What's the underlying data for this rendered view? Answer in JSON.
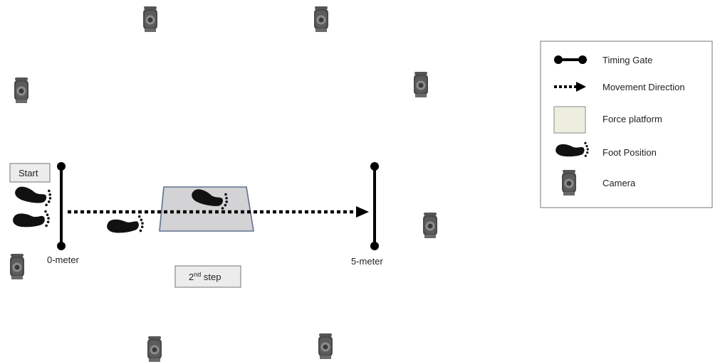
{
  "labels": {
    "start": "Start",
    "zero_meter": "0-meter",
    "five_meter": "5-meter",
    "step_main": "2",
    "step_sup": "nd",
    "step_rest": " step"
  },
  "legend": {
    "items": [
      {
        "label": "Timing Gate",
        "icon": "timing-gate-icon"
      },
      {
        "label": "Movement Direction",
        "icon": "movement-direction-icon"
      },
      {
        "label": "Force platform",
        "icon": "force-platform-icon"
      },
      {
        "label": "Foot Position",
        "icon": "foot-position-icon"
      },
      {
        "label": "Camera",
        "icon": "camera-icon"
      }
    ]
  },
  "colors": {
    "gate": "#000000",
    "platform_fill": "#d3d3d5",
    "platform_stroke": "#5d6f8c",
    "legend_platform_fill": "#eeeee0",
    "camera_body": "#4a4a4a",
    "camera_lens": "#8c8c8c"
  }
}
